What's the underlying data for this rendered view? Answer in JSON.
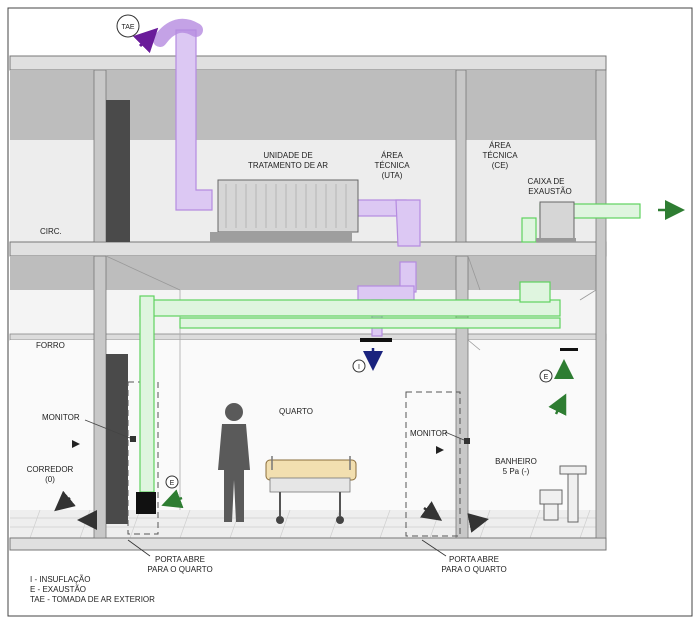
{
  "labels": {
    "tae_circle": "TAE",
    "uta_line1": "UNIDADE DE",
    "uta_line2": "TRATAMENTO DE AR",
    "area_tecnica_uta_1": "ÁREA",
    "area_tecnica_uta_2": "TÉCNICA",
    "area_tecnica_uta_3": "(UTA)",
    "area_tecnica_ce_1": "ÁREA",
    "area_tecnica_ce_2": "TÉCNICA",
    "area_tecnica_ce_3": "(CE)",
    "caixa_exaustao_1": "CAIXA DE",
    "caixa_exaustao_2": "EXAUSTÃO",
    "circ": "CIRC.",
    "forro": "FORRO",
    "quarto": "QUARTO",
    "monitor_left": "MONITOR",
    "monitor_right": "MONITOR",
    "corredor_1": "CORREDOR",
    "corredor_2": "(0)",
    "banheiro_1": "BANHEIRO",
    "banheiro_2": "5 Pa (-)",
    "porta_left_1": "PORTA ABRE",
    "porta_left_2": "PARA O QUARTO",
    "porta_right_1": "PORTA ABRE",
    "porta_right_2": "PARA O QUARTO",
    "marker_i": "I",
    "marker_e_room": "E",
    "marker_e_bath": "E"
  },
  "legend": [
    "I  - INSUFLAÇÃO",
    "E  - EXAUSTÃO",
    "TAE - TOMADA DE AR EXTERIOR"
  ],
  "colors": {
    "supply_duct": "#b58be0",
    "exhaust_duct": "#5fd35f",
    "arrow_green": "#2e7d32",
    "arrow_blue": "#1a237e",
    "arrow_purple": "#6a1b9a",
    "slab": "#d9d9d9",
    "wall_grey": "#bfbfbf"
  }
}
